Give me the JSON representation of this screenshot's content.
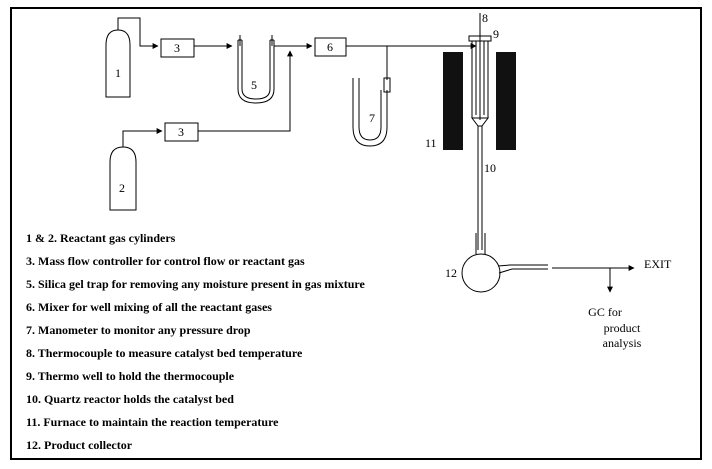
{
  "component_numbers": {
    "c1": "1",
    "c2": "2",
    "c3a": "3",
    "c3b": "3",
    "c5": "5",
    "c6": "6",
    "c7": "7",
    "c8": "8",
    "c9": "9",
    "c10": "10",
    "c11": "11",
    "c12": "12"
  },
  "outputs": {
    "exit": "EXIT",
    "gc_line1": "GC for",
    "gc_line2": "product",
    "gc_line3": "analysis"
  },
  "legend": [
    "1 & 2. Reactant gas cylinders",
    "3. Mass flow controller for control flow or reactant gas",
    "5. Silica gel trap for removing any moisture present in gas mixture",
    "6. Mixer for well mixing of all the reactant gases",
    "7. Manometer to monitor any pressure drop",
    "8. Thermocouple to measure catalyst bed temperature",
    "9. Thermo well to hold the thermocouple",
    "10. Quartz reactor holds the catalyst bed",
    "11. Furnace to maintain the reaction temperature",
    "12. Product collector"
  ]
}
